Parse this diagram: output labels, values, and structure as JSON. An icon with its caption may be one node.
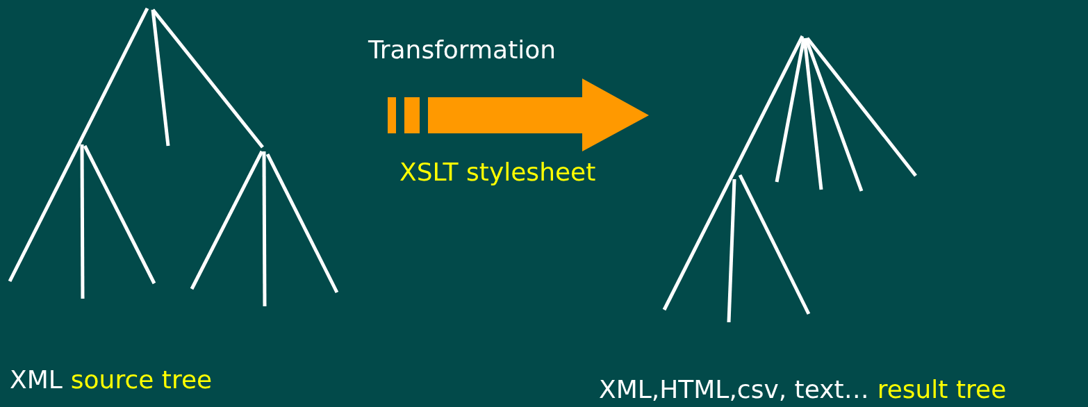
{
  "diagram": {
    "nodes": [
      {
        "text": [],
        "shape": "picture"
      },
      {
        "text": [],
        "shape": "picture"
      }
    ],
    "edges": [
      {
        "from": 0,
        "to": 1,
        "arrow": "to",
        "label": "Transformation"
      }
    ],
    "labels": [
      "XSLT stylesheet",
      "XML",
      "source tree",
      "XML,HTML,csv, text…",
      "result tree"
    ]
  }
}
